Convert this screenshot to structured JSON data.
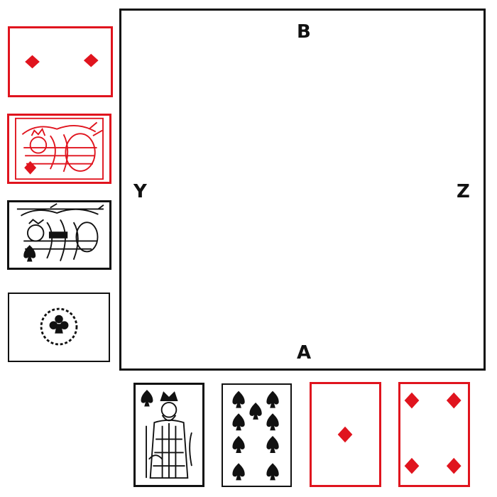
{
  "seats": {
    "north": "B",
    "south": "A",
    "west": "Y",
    "east": "Z"
  },
  "colors": {
    "red_suit": "#e0141e",
    "black_suit": "#111111"
  },
  "west_hand": [
    {
      "rank": "2",
      "suit": "diamonds",
      "icon": "diamond-icon",
      "orientation": "sideways"
    },
    {
      "rank": "K",
      "suit": "diamonds",
      "icon": "king-figure",
      "orientation": "sideways"
    },
    {
      "rank": "J",
      "suit": "spades",
      "icon": "jack-figure",
      "orientation": "sideways"
    },
    {
      "rank": "A",
      "suit": "clubs",
      "icon": "club-wreath-icon",
      "orientation": "sideways"
    }
  ],
  "south_hand": [
    {
      "rank": "K",
      "suit": "spades",
      "icon": "king-figure",
      "orientation": "upright"
    },
    {
      "rank": "9",
      "suit": "spades",
      "icon": "spade-icon",
      "orientation": "upright"
    },
    {
      "rank": "A",
      "suit": "diamonds",
      "icon": "diamond-icon",
      "orientation": "upright"
    },
    {
      "rank": "4",
      "suit": "diamonds",
      "icon": "diamond-icon",
      "orientation": "upright"
    }
  ]
}
